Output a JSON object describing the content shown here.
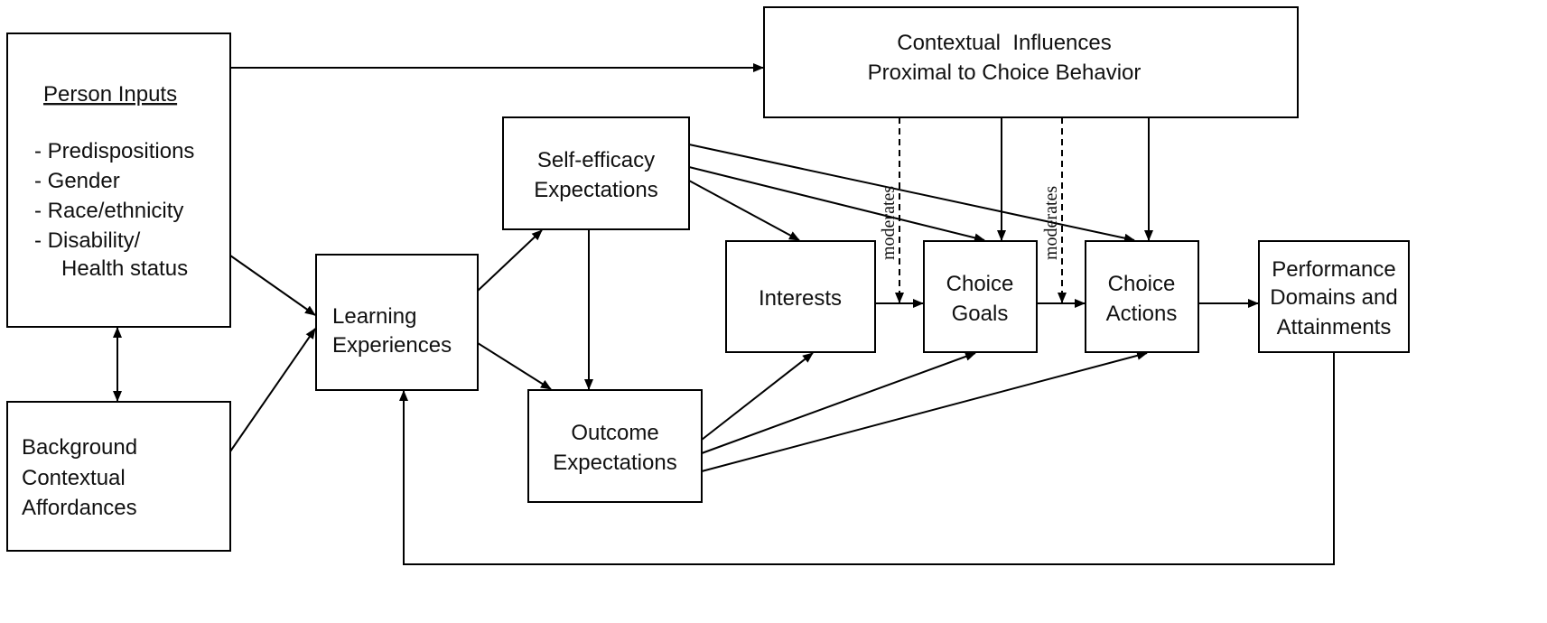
{
  "boxes": {
    "person_inputs": {
      "title": "Person Inputs",
      "items": [
        "- Predispositions",
        "- Gender",
        "- Race/ethnicity",
        "- Disability/",
        "Health status"
      ]
    },
    "background": {
      "lines": [
        "Background",
        "Contextual",
        "Affordances"
      ]
    },
    "learning": {
      "lines": [
        "Learning",
        "Experiences"
      ]
    },
    "self_efficacy": {
      "lines": [
        "Self-efficacy",
        "Expectations"
      ]
    },
    "outcome": {
      "lines": [
        "Outcome",
        "Expectations"
      ]
    },
    "interests": {
      "lines": [
        "Interests"
      ]
    },
    "choice_goals": {
      "lines": [
        "Choice",
        "Goals"
      ]
    },
    "choice_actions": {
      "lines": [
        "Choice",
        "Actions"
      ]
    },
    "performance": {
      "lines": [
        "Performance",
        "Domains and",
        "Attainments"
      ]
    },
    "contextual": {
      "lines": [
        "Contextual  Influences",
        "Proximal to Choice Behavior"
      ]
    }
  },
  "labels": {
    "moderates_1": "moderates",
    "moderates_2": "moderates"
  }
}
